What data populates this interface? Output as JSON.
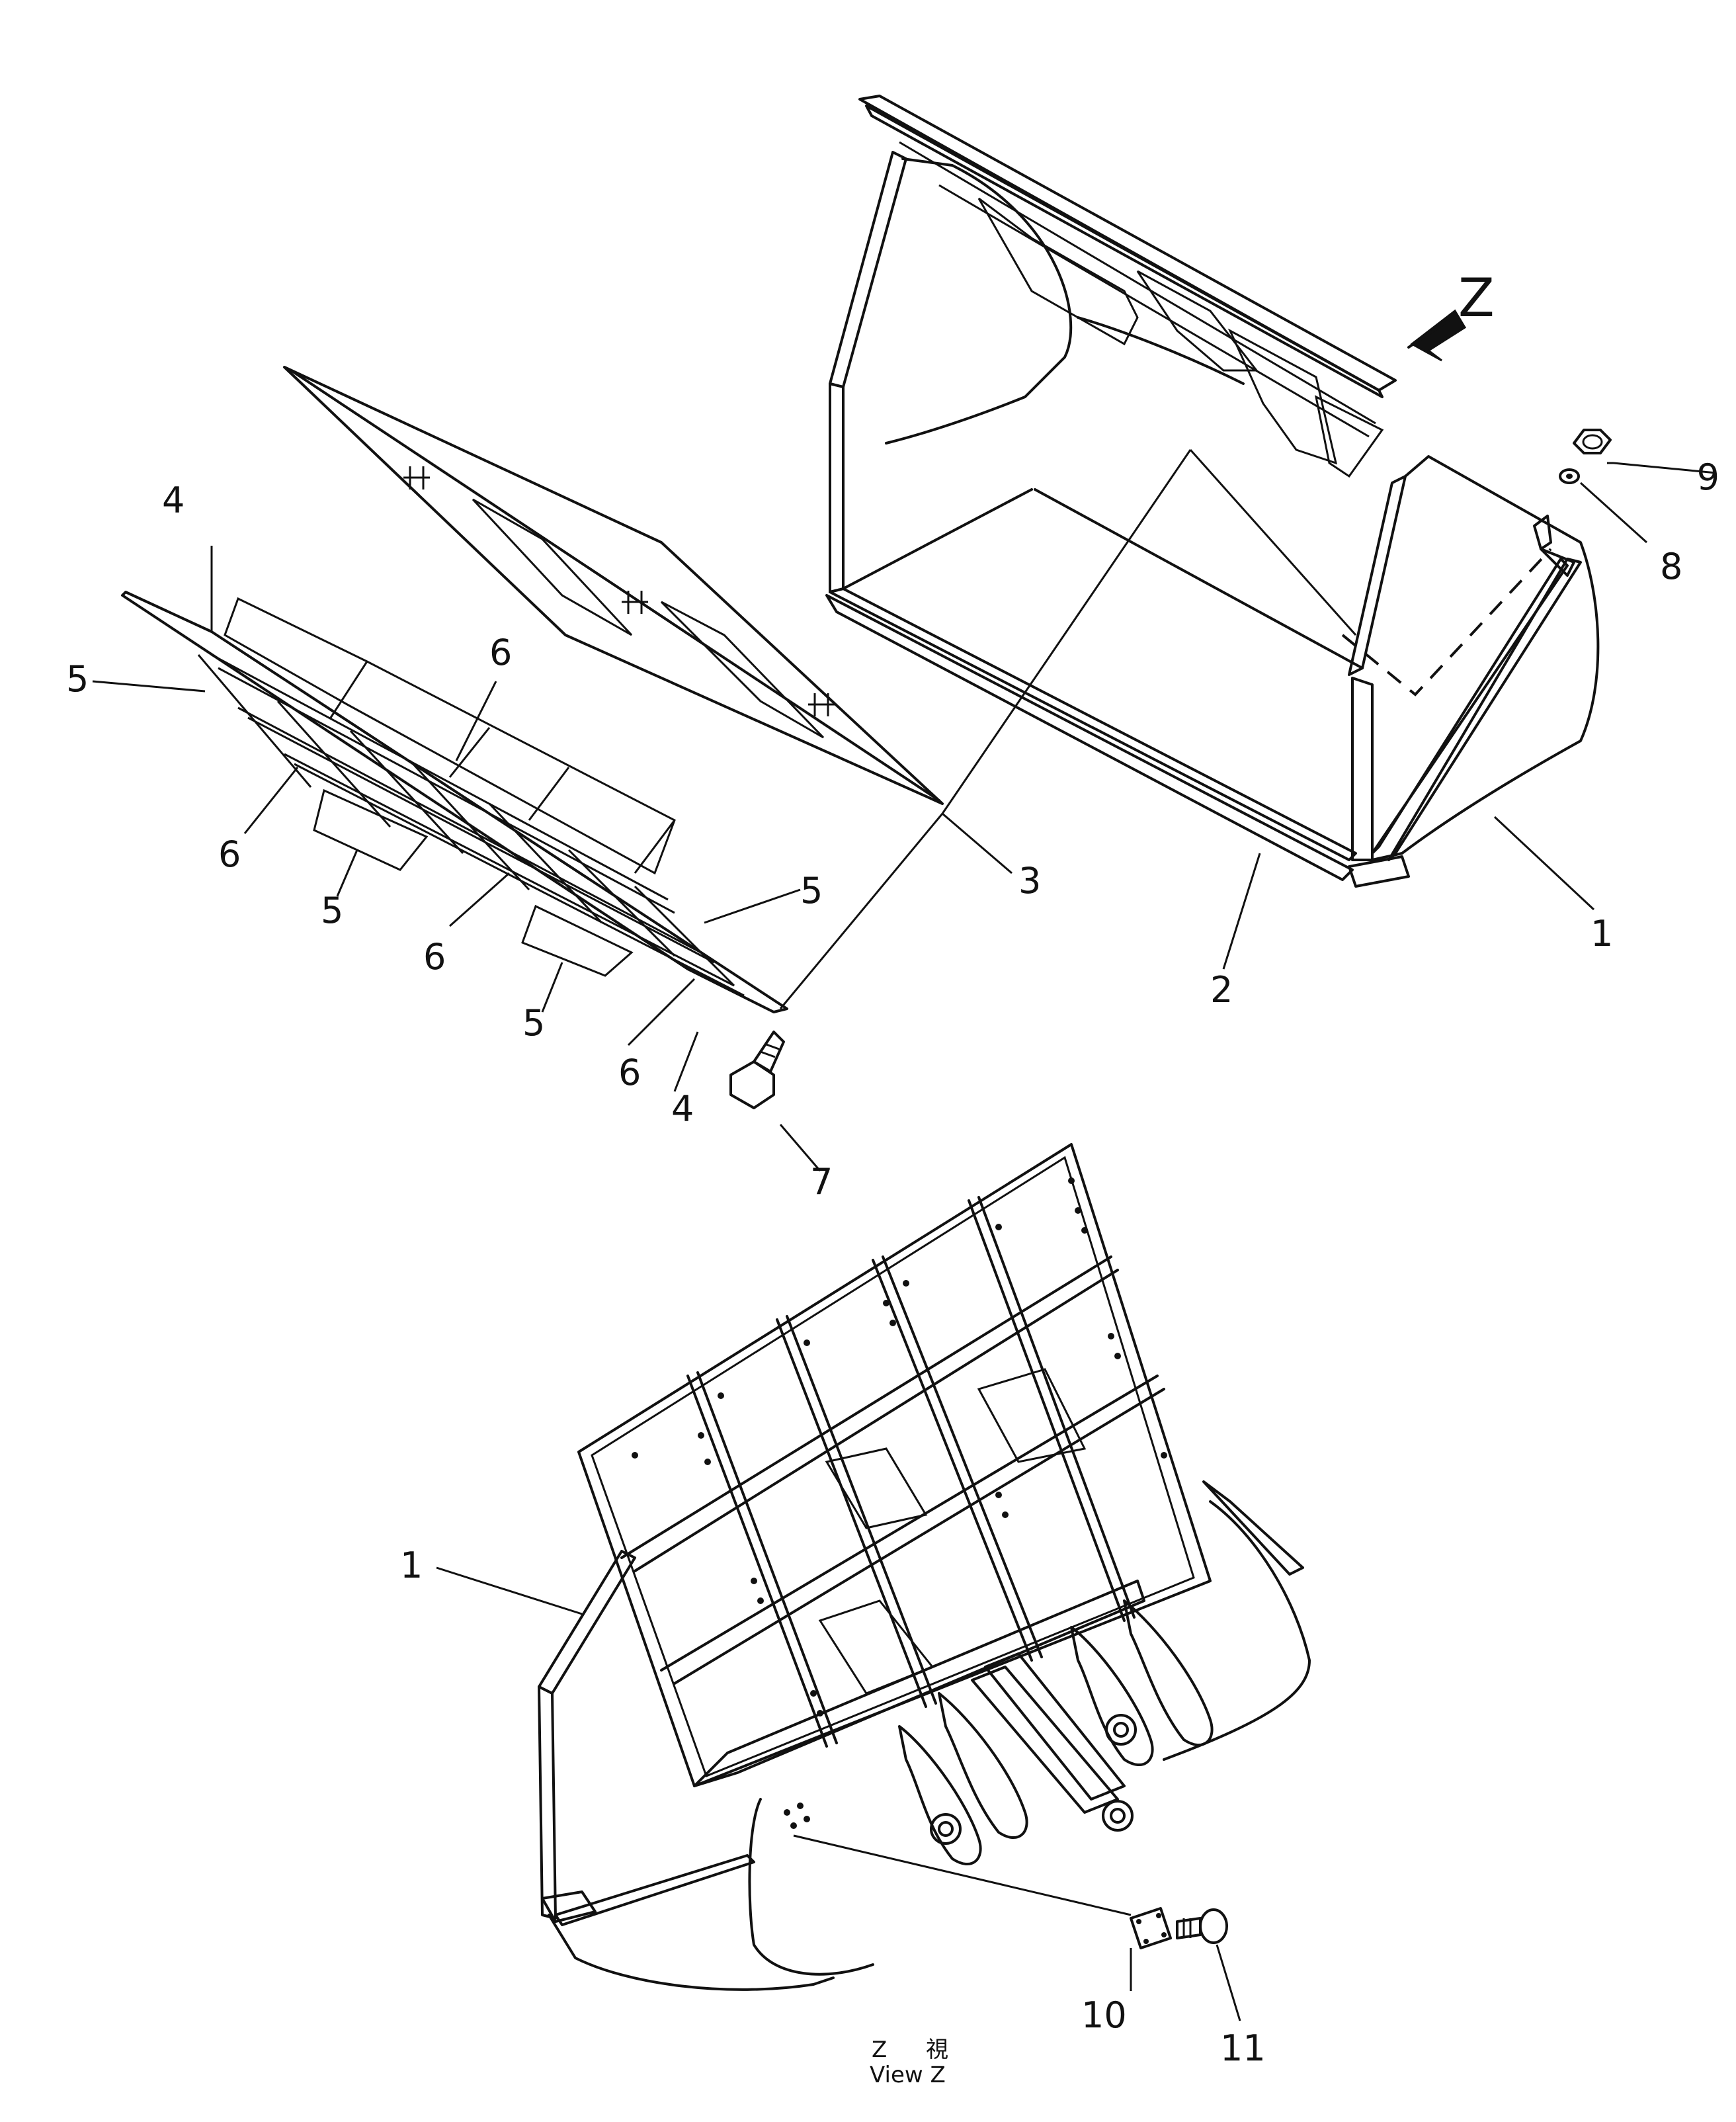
{
  "view_direction": {
    "letter": "Z"
  },
  "parts": [
    {
      "id": "p1a",
      "number": "1"
    },
    {
      "id": "p1b",
      "number": "1"
    },
    {
      "id": "p2",
      "number": "2"
    },
    {
      "id": "p3",
      "number": "3"
    },
    {
      "id": "p4a",
      "number": "4"
    },
    {
      "id": "p4b",
      "number": "4"
    },
    {
      "id": "p5a",
      "number": "5"
    },
    {
      "id": "p5b",
      "number": "5"
    },
    {
      "id": "p5c",
      "number": "5"
    },
    {
      "id": "p5d",
      "number": "5"
    },
    {
      "id": "p6a",
      "number": "6"
    },
    {
      "id": "p6b",
      "number": "6"
    },
    {
      "id": "p6c",
      "number": "6"
    },
    {
      "id": "p6d",
      "number": "6"
    },
    {
      "id": "p7",
      "number": "7"
    },
    {
      "id": "p8",
      "number": "8"
    },
    {
      "id": "p9",
      "number": "9"
    },
    {
      "id": "p10",
      "number": "10"
    },
    {
      "id": "p11",
      "number": "11"
    }
  ],
  "caption": {
    "line1_letter": "Z",
    "line1_kanji": "視",
    "line2": "View Z"
  }
}
